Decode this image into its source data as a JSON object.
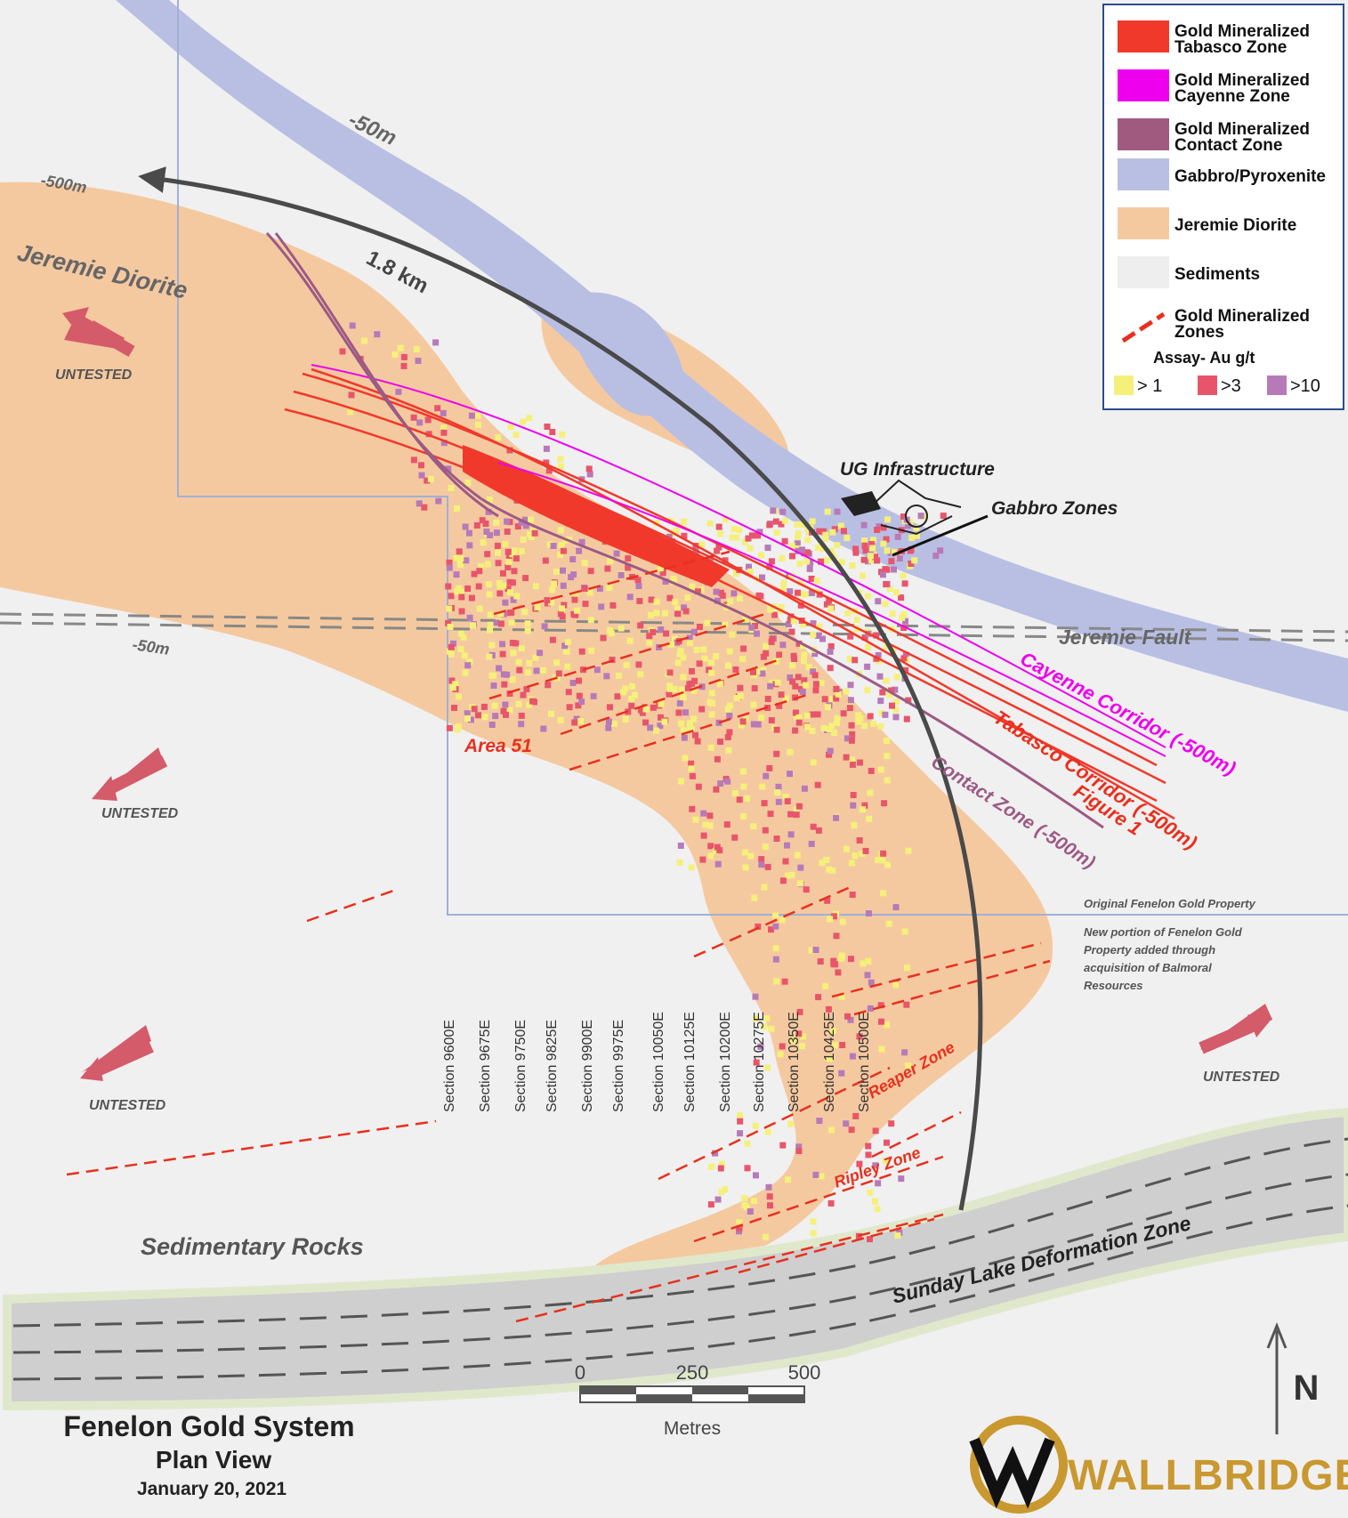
{
  "title": {
    "line1": "Fenelon Gold System",
    "line2": "Plan View",
    "date": "January 20, 2021"
  },
  "legend": {
    "items": [
      {
        "label_line1": "Gold Mineralized",
        "label_line2": "Tabasco Zone",
        "color": "#f0392b"
      },
      {
        "label_line1": "Gold Mineralized",
        "label_line2": "Cayenne Zone",
        "color": "#ee00ee"
      },
      {
        "label_line1": "Gold Mineralized",
        "label_line2": "Contact Zone",
        "color": "#a05a7f"
      },
      {
        "label_line1": "Gabbro/Pyroxenite",
        "label_line2": "",
        "color": "#b9bfe3"
      },
      {
        "label_line1": "Jeremie Diorite",
        "label_line2": "",
        "color": "#f5c9a0"
      },
      {
        "label_line1": "Sediments",
        "label_line2": "",
        "color": "#eeeeee"
      },
      {
        "label_line1": "Gold Mineralized",
        "label_line2": "Zones",
        "color": "#e8301e"
      }
    ],
    "assay_title": "Assay- Au g/t",
    "assay": [
      {
        "label": "> 1",
        "color": "#f5f07a"
      },
      {
        "label": ">3",
        "color": "#e8556b"
      },
      {
        "label": ">10",
        "color": "#b77ab9"
      }
    ]
  },
  "map_labels": {
    "depth_50m_top": "-50m",
    "depth_500m": "-500m",
    "depth_50m_left": "-50m",
    "distance": "1.8 km",
    "jeremie_diorite": "Jeremie Diorite",
    "untested": "UNTESTED",
    "ug_infrastructure": "UG Infrastructure",
    "gabbro_zones": "Gabbro Zones",
    "jeremie_fault": "Jeremie Fault",
    "cayenne_corridor": "Cayenne Corridor (-500m)",
    "tabasco_corridor": "Tabasco Corridor (-500m)",
    "figure_1": "Figure 1",
    "contact_zone": "Contact Zone (-500m)",
    "area_51": "Area 51",
    "original_property": "Original Fenelon Gold Property",
    "new_portion_1": "New portion of Fenelon Gold",
    "new_portion_2": "Property added through",
    "new_portion_3": "acquisition of Balmoral",
    "new_portion_4": "Resources",
    "reaper_zone": "Reaper Zone",
    "ripley_zone": "Ripley Zone",
    "sedimentary_rocks": "Sedimentary Rocks",
    "sunday_lake": "Sunday Lake Deformation Zone"
  },
  "sections": [
    "Section 9600E",
    "Section 9675E",
    "Section 9750E",
    "Section 9825E",
    "Section 9900E",
    "Section 9975E",
    "Section 10050E",
    "Section 10125E",
    "Section 10200E",
    "Section 10275E",
    "Section 10350E",
    "Section 10425E",
    "Section 10500E"
  ],
  "scale_bar": {
    "ticks": [
      "0",
      "250",
      "500"
    ],
    "unit": "Metres"
  },
  "north": "N",
  "logo": {
    "text": "WALLBRIDGE"
  },
  "colors": {
    "tabasco": "#f0392b",
    "cayenne": "#ee00ee",
    "contact": "#9c5a85",
    "gabbro": "#b9bfe3",
    "diorite": "#f5c9a0",
    "deformation": "#cfcfcf",
    "arrow": "#4a4a4a",
    "untested_arrow": "#d45b6a"
  }
}
